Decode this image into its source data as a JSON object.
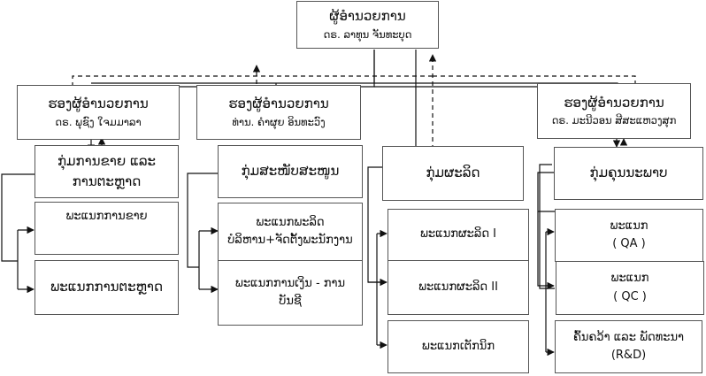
{
  "diagram": {
    "type": "org-chart",
    "director": {
      "title": "ຜູ້ອຳນວຍການ",
      "name": "ດຣ. ລາທຸນ ຈັນທະບຸດ"
    },
    "deputies": [
      {
        "title": "ຮອງຜູ້ອຳນວຍການ",
        "name": "ດຣ. ພຸຊົງ ໃຈມມາລາ"
      },
      {
        "title": "ຮອງຜູ້ອຳນວຍການ",
        "name": "ທ່ານ. ຄຳຜຸຍ ອິນທະວົງ"
      },
      {
        "title": "ຮອງຜູ້ອຳນວຍການ",
        "name": "ດຣ. ມະນີວອນ ສີສະແຫວງສຸກ"
      }
    ],
    "groups": [
      {
        "label": "ກຸ່ມການຂາຍ ແລະ ການຕະຫຼາດ",
        "departments": [
          "ພະແນກການຂາຍ",
          "ພະແນກການຕະຫຼາດ"
        ]
      },
      {
        "label": "ກຸ່ມສະໜັບສະໜູນ",
        "departments": [
          "ພະແນກພະລິດບໍລິຫານ+ຈັດຕັ້ງພະນັກງານ",
          "ພະແນກການເງິນ - ການບັນຊີ"
        ]
      },
      {
        "label": "ກຸ່ມຜະລິດ",
        "departments": [
          "ພະແນກຜະລິດ I",
          "ພະແນກຜະລິດ II",
          "ພະແນກເຕັກນິກ"
        ]
      },
      {
        "label": "ກຸ່ມຄຸນນະພາບ",
        "departments": [
          "ພະແນກ ( QA )",
          "ພະແນກ ( QC )",
          "ຄົ້ນຄວ້າ ແລະ ພັດທະນາ (R&D)"
        ]
      }
    ]
  },
  "labels": {
    "director_title": "ຜູ້ອຳນວຍການ",
    "director_name": "ດຣ. ລາທຸນ ຈັນທະບຸດ",
    "dep1_title": "ຮອງຜູ້ອຳນວຍການ",
    "dep1_name": "ດຣ. ພຸຊົງ ໃຈມມາລາ",
    "dep2_title": "ຮອງຜູ້ອຳນວຍການ",
    "dep2_name": "ທ່ານ. ຄຳຜຸຍ ອິນທະວົງ",
    "dep3_title": "ຮອງຜູ້ອຳນວຍການ",
    "dep3_name": "ດຣ. ມະນີວອນ ສີສະແຫວງສຸກ",
    "g1": "ກຸ່ມການຂາຍ ແລະ ການຕະຫຼາດ",
    "g1_d1": "ພະແນກການຂາຍ",
    "g1_d2": "ພະແນກການຕະຫຼາດ",
    "g2": "ກຸ່ມສະໜັບສະໜູນ",
    "g2_d1": "ພະແນກພະລິດບໍລິຫານ+ຈັດຕັ້ງພະນັກງານ",
    "g2_d2": "ພະແນກການເງິນ - ການບັນຊີ",
    "g3": "ກຸ່ມຜະລິດ",
    "g3_d1": "ພະແນກຜະລິດ I",
    "g3_d2": "ພະແນກຜະລິດ II",
    "g3_d3": "ພະແນກເຕັກນິກ",
    "g4": "ກຸ່ມຄຸນນະພາບ",
    "g4_d1a": "ພະແນກ",
    "g4_d1b": "( QA )",
    "g4_d2a": "ພະແນກ",
    "g4_d2b": "( QC )",
    "g4_d3a": "ຄົ້ນຄວ້າ ແລະ ພັດທະນາ",
    "g4_d3b": "(R&D)"
  },
  "colors": {
    "line": "#111111",
    "border": "#555555"
  }
}
